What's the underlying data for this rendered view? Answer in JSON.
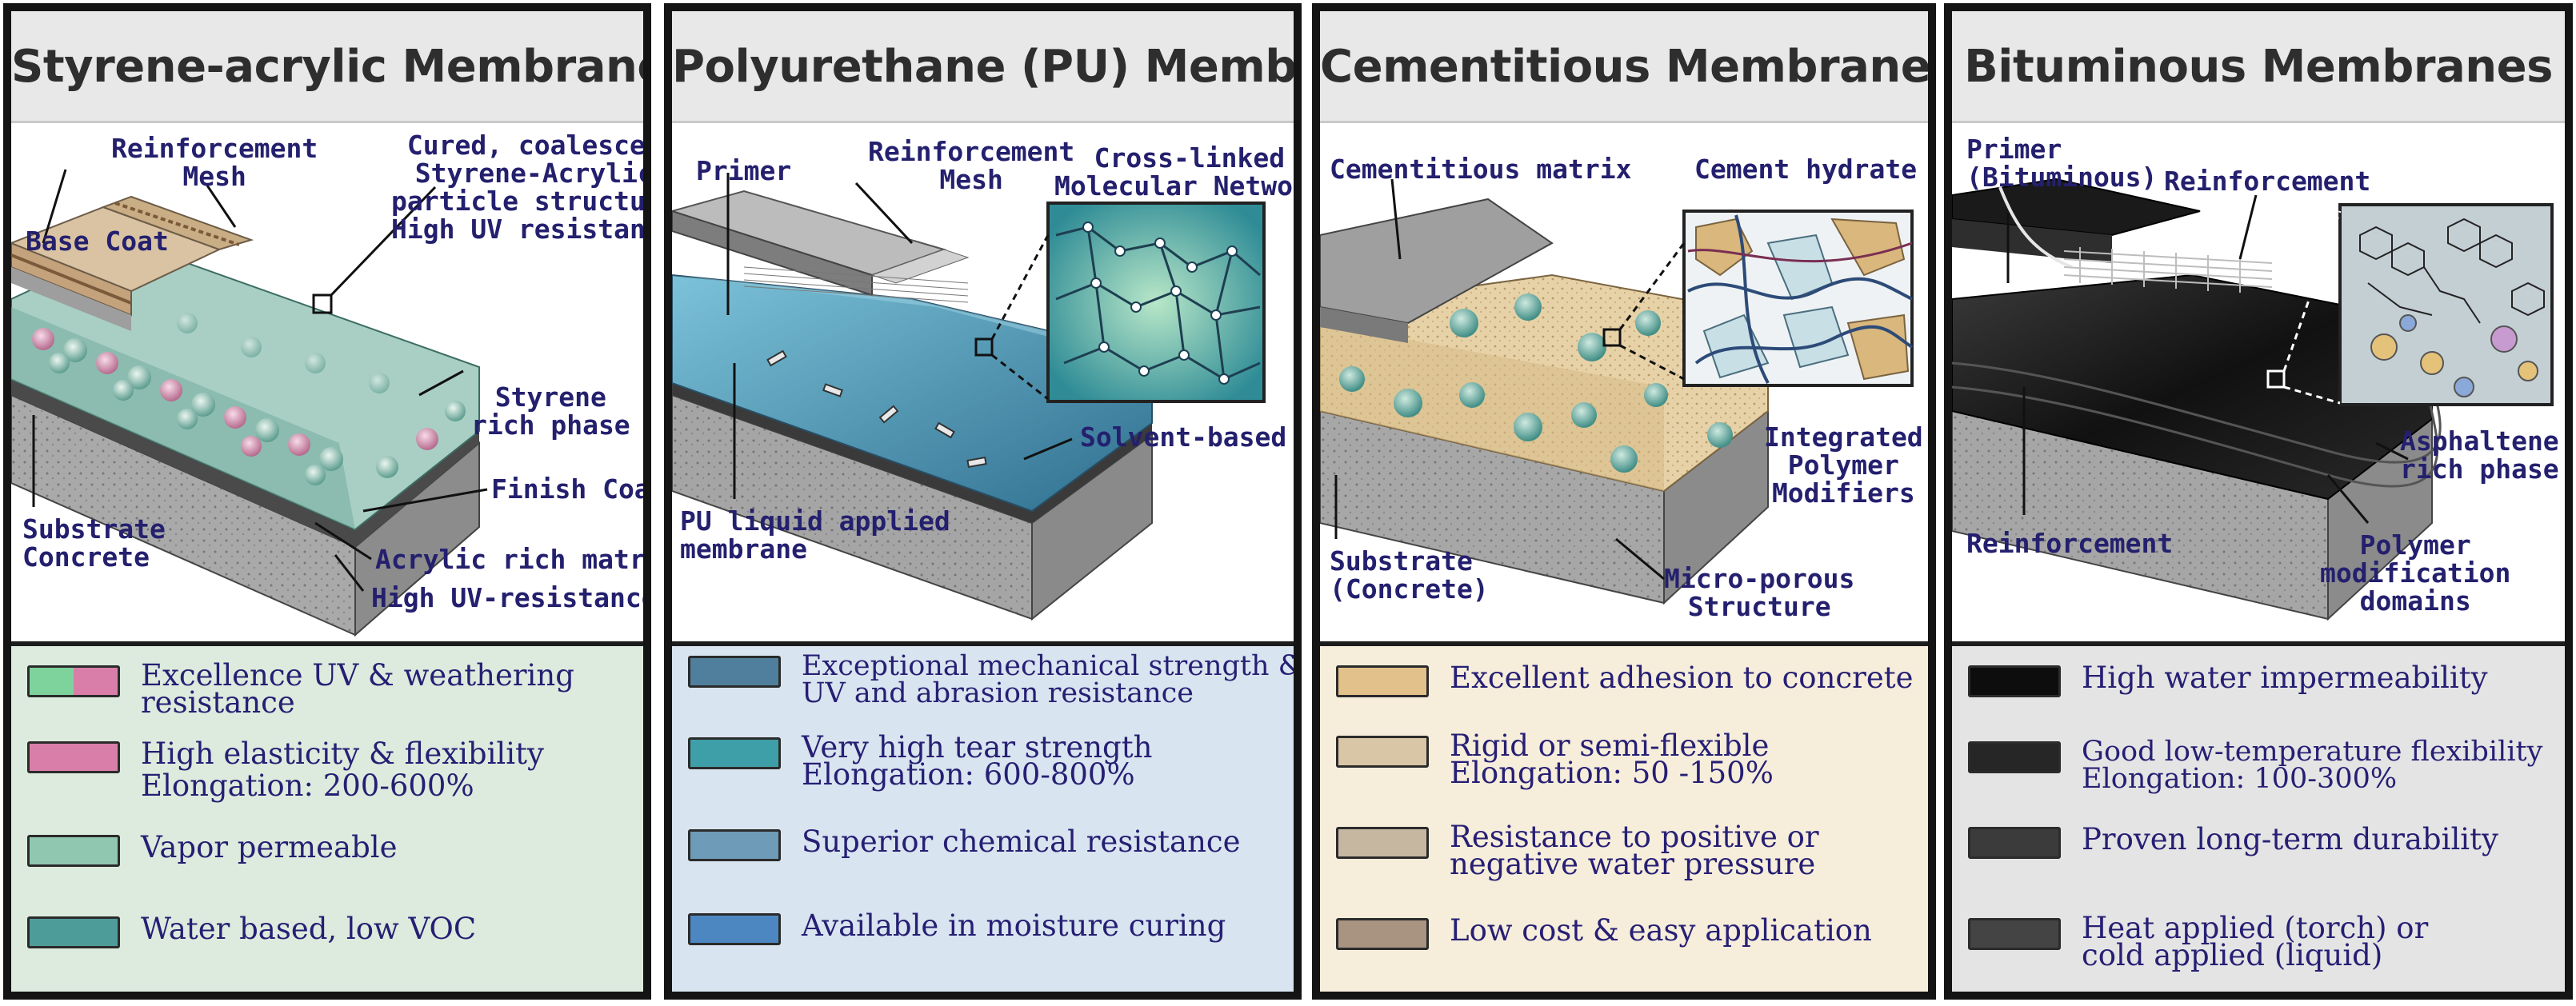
{
  "colors": {
    "border": "#141414",
    "title_bg": "#e8e8e8",
    "title_text": "#2e2e2e",
    "label_text": "#24206e",
    "styrene_legend_bg": "#dcebdd",
    "pu_legend_bg": "#d8e4ef",
    "cement_legend_bg": "#f6eddb",
    "bitumen_legend_bg": "#e4e4e4"
  },
  "panels": [
    {
      "id": "styrene",
      "title": "Styrene-acrylic Membranes",
      "labels": {
        "reinforcement_mesh": "Reinforcement\nMesh",
        "cured": "Cured, coalesced\nStyrene-Acrylic\nparticle structure\nHigh UV resistance",
        "base_coat": "Base Coat",
        "styrene_phase": "Styrene\nrich phase",
        "finish_coat": "Finish Coat",
        "substrate": "Substrate\nConcrete",
        "acrylic_matrix": "Acrylic rich matrix",
        "high_uv": "High UV-resistance"
      },
      "legend": [
        {
          "text": "Excellence UV & weathering\nresistance",
          "swatch": [
            "#7ed29c",
            "#d97ea8"
          ]
        },
        {
          "text": "High elasticity & flexibility\nElongation: 200-600%",
          "swatch": [
            "#d97ea8"
          ]
        },
        {
          "text": "Vapor permeable",
          "swatch": [
            "#8fc7b0"
          ]
        },
        {
          "text": "Water based, low VOC",
          "swatch": [
            "#4e9c9a"
          ]
        }
      ]
    },
    {
      "id": "pu",
      "title": "Polyurethane (PU) Membranes",
      "labels": {
        "primer": "Primer",
        "reinforcement_mesh": "Reinforcement\nMesh",
        "crosslinked": "Cross-linked\nMolecular Network",
        "pu_liquid": "PU liquid applied\nmembrane",
        "solvent": "Solvent-based"
      },
      "legend": [
        {
          "text": "Exceptional mechanical strength &\nUV and abrasion resistance",
          "swatch": [
            "#4f7f9c"
          ]
        },
        {
          "text": "Very high tear strength\nElongation: 600-800%",
          "swatch": [
            "#3f9fa8"
          ]
        },
        {
          "text": "Superior chemical resistance",
          "swatch": [
            "#6d9bb8"
          ]
        },
        {
          "text": "Available in moisture curing",
          "swatch": [
            "#4d87c2"
          ]
        }
      ]
    },
    {
      "id": "cement",
      "title": "Cementitious Membranes",
      "labels": {
        "matrix": "Cementitious matrix",
        "hydrate": "Cement hydrate",
        "integrated": "Integrated\nPolymer\nModifiers",
        "substrate": "Substrate\n(Concrete)",
        "microporous": "Micro-porous\nStructure"
      },
      "legend": [
        {
          "text": "Excellent adhesion to concrete",
          "swatch": [
            "#e2c28a"
          ]
        },
        {
          "text": "Rigid or semi-flexible\nElongation: 50 -150%",
          "swatch": [
            "#d8c6a6"
          ]
        },
        {
          "text": "Resistance to positive or\nnegative water pressure",
          "swatch": [
            "#c5b7a0"
          ]
        },
        {
          "text": "Low cost & easy application",
          "swatch": [
            "#a89480"
          ]
        }
      ]
    },
    {
      "id": "bitumen",
      "title": "Bituminous Membranes",
      "labels": {
        "primer": "Primer\n(Bituminous)",
        "reinforcement_top": "Reinforcement",
        "asphaltene": "Asphaltene\nrich phase",
        "reinforcement_bottom": "Reinforcement",
        "polymer": "Polymer\nmodification\ndomains"
      },
      "legend": [
        {
          "text": "High water impermeability",
          "swatch": [
            "#0d0d0d"
          ]
        },
        {
          "text": "Good low-temperature flexibility\nElongation: 100-300%",
          "swatch": [
            "#262626"
          ]
        },
        {
          "text": "Proven long-term durability",
          "swatch": [
            "#3b3b3b"
          ]
        },
        {
          "text": "Heat applied (torch) or\ncold applied (liquid)",
          "swatch": [
            "#444444"
          ]
        }
      ]
    }
  ]
}
